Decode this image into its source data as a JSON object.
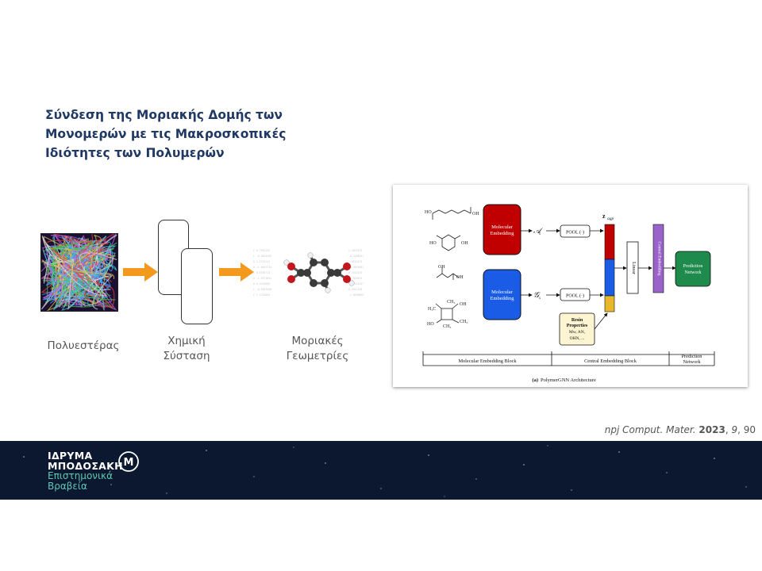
{
  "slide": {
    "title_lines": [
      "Σύνδεση της Μοριακής Δομής των",
      "Μονομερών με τις Μακροσκοπικές",
      "Ιδιότητες των Πολυμερών"
    ],
    "steps": [
      {
        "label_lines": [
          "Πολυεστέρας"
        ]
      },
      {
        "label_lines": [
          "Χημική",
          "Σύσταση"
        ]
      },
      {
        "label_lines": [
          "Μοριακές",
          "Γεωμετρίες"
        ]
      }
    ],
    "accent_color": "#f39a1e",
    "title_color": "#1f3864"
  },
  "figure": {
    "molecular_embedding_label": [
      "Molecular",
      "Embedding"
    ],
    "a_label": "𝒜",
    "g_label": "𝒢",
    "pool_label": "POOL (·)",
    "zagp_label": "z",
    "zagp_sub": "agp",
    "linear_label": "Linear",
    "central_embedding_label": "Central Embedding",
    "prediction_label": [
      "Prediction",
      "Network"
    ],
    "resin_label": [
      "Resin",
      "Properties",
      "Mw, AN,",
      "OHN, ..."
    ],
    "block_labels": [
      "Molecular Embedding Block",
      "Central Embedding Block",
      "Prediction",
      "Network"
    ],
    "caption_prefix": "(a)",
    "caption": "PolymerGNN Architecture",
    "colors": {
      "red": "#c00000",
      "blue": "#1a5ce6",
      "purple": "#9a63c9",
      "green": "#1e8a4c",
      "yellow": "#e8b82a",
      "resin_bg": "#fdf5d1"
    }
  },
  "citation": {
    "journal": "npj Comput. Mater.",
    "year": "2023",
    "volume": "9",
    "page": ", 90"
  },
  "footer": {
    "brand_lines": [
      "ΙΔΡΥΜΑ",
      "ΜΠΟΔΟΣΑΚΗ",
      "Επιστημονικά",
      "Βραβεία"
    ],
    "logo_letter": "M"
  }
}
